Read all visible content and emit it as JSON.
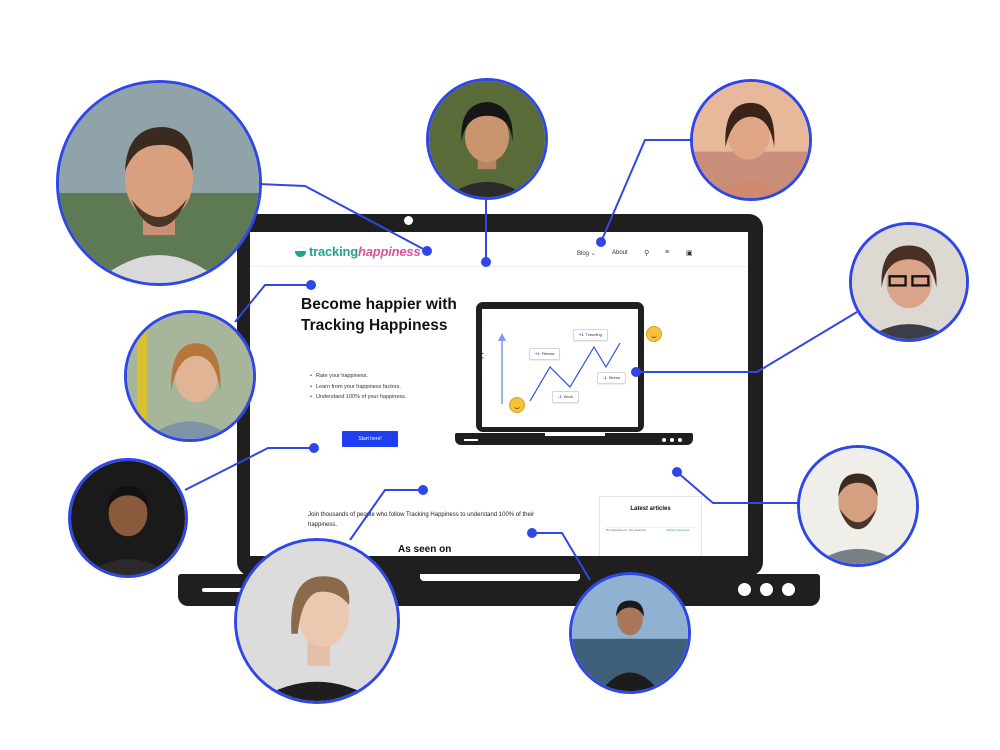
{
  "site": {
    "logo_part1": "tracking",
    "logo_part2": "happiness",
    "nav": {
      "blog": "Blog",
      "about": "About"
    },
    "hero": {
      "title": "Become happier with Tracking Happiness",
      "bullets": [
        "Rate your happiness.",
        "Learn from your happiness factors.",
        "Understand 100% of your happiness."
      ],
      "cta": "Start here!"
    },
    "illustration": {
      "axis_label": "Happiness",
      "factors": [
        {
          "sign": "+1",
          "label": "Fitness"
        },
        {
          "sign": "+1",
          "label": "Traveling"
        },
        {
          "sign": "-1",
          "label": "Stress"
        },
        {
          "sign": "-1",
          "label": "Work"
        }
      ]
    },
    "join_text": "Join thousands of people who follow Tracking Happiness to understand 100% of their happiness.",
    "seen_on": "As seen on",
    "latest_articles": {
      "title": "Latest articles",
      "caption": "My happiness vs. The pandemic",
      "brand": "tracking happiness"
    }
  },
  "colors": {
    "accent": "#2f47e6",
    "cta": "#1e3ff0",
    "laptop": "#1f1f1f",
    "logo_teal": "#21a38a",
    "logo_pink": "#d9539b"
  },
  "icons": [
    "search-icon",
    "menu-icon",
    "camera-icon",
    "chevron-down-icon"
  ]
}
